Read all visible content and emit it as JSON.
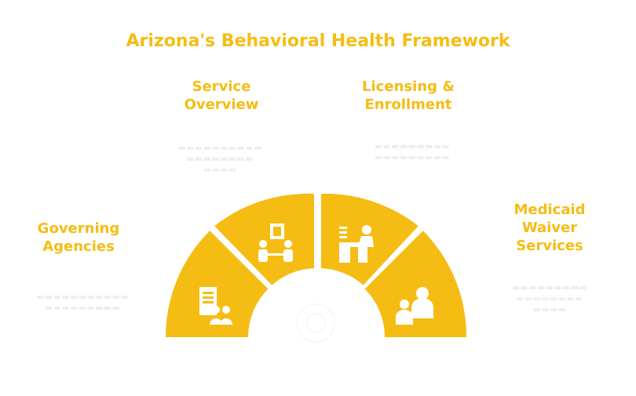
{
  "title": "Arizona's Behavioral Health Framework",
  "colors": {
    "accent": "#f5bd13",
    "background": "#ffffff",
    "icon": "#ffffff"
  },
  "segments": [
    {
      "label_lines": [
        "Governing",
        "Agencies"
      ],
      "icon": "building-people-icon"
    },
    {
      "label_lines": [
        "Service",
        "Overview"
      ],
      "icon": "presentation-people-icon"
    },
    {
      "label_lines": [
        "Licensing &",
        "Enrollment"
      ],
      "icon": "desk-person-icon"
    },
    {
      "label_lines": [
        "Medicaid",
        "Waiver",
        "Services"
      ],
      "icon": "caregiver-icon"
    }
  ]
}
